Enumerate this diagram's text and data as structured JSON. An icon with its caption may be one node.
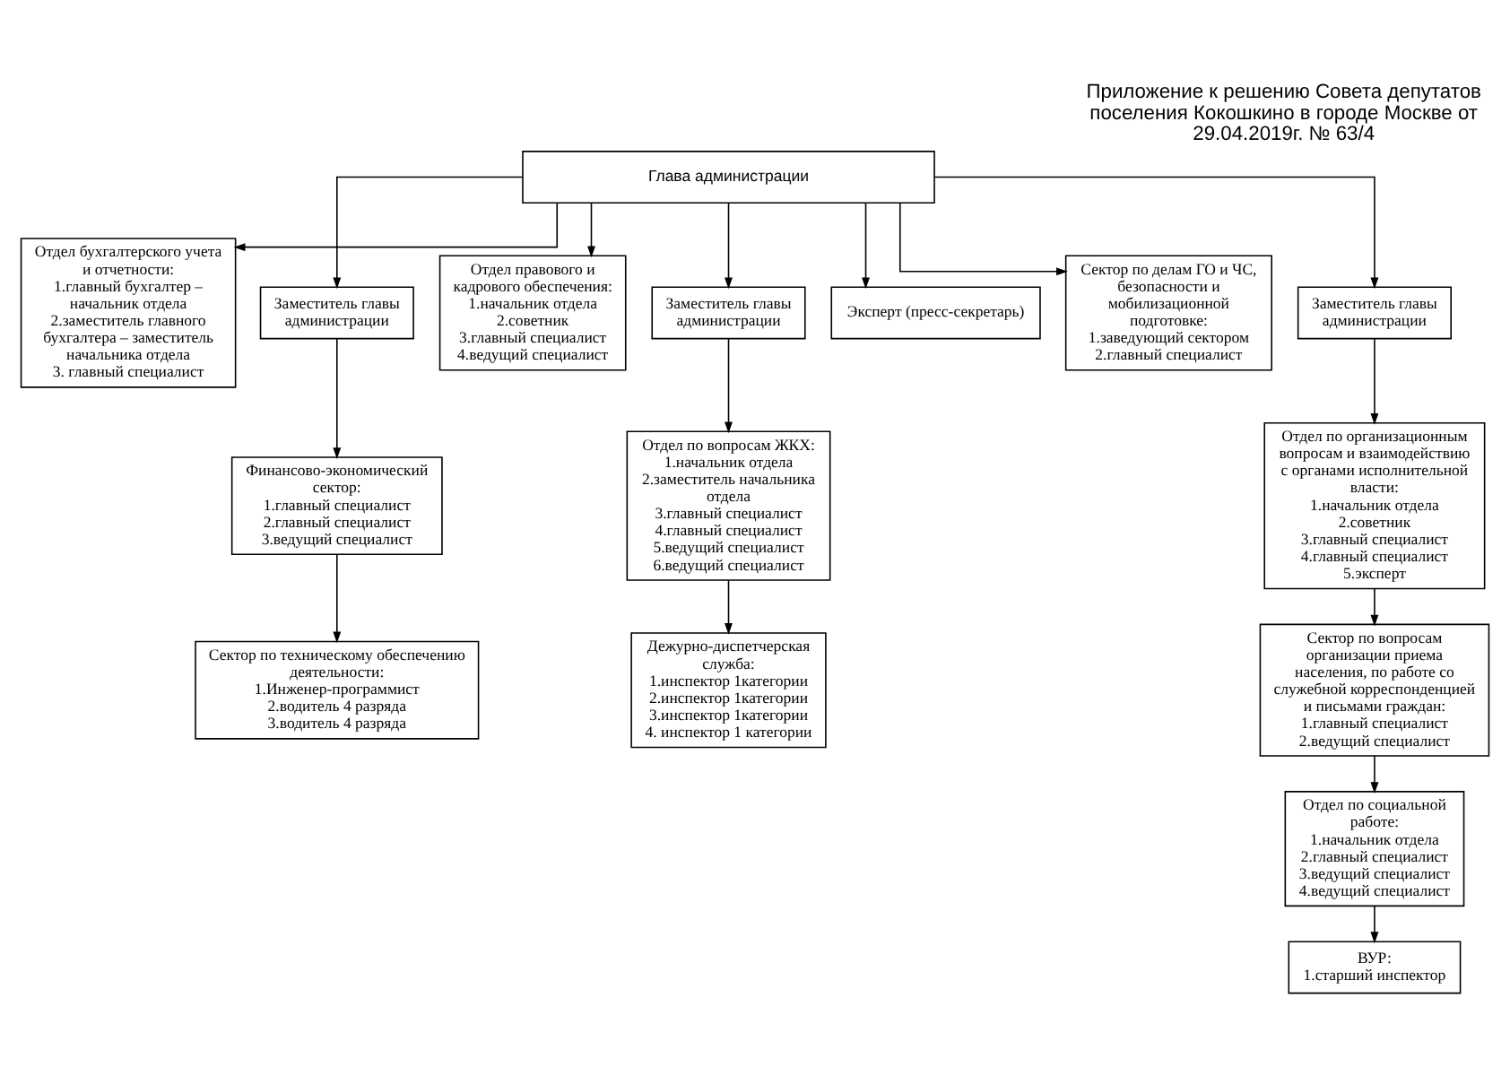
{
  "diagram": {
    "title": "Приложение к решению Совета депутатов поселения Кокошкино в городе Москве от 29.04.2019г. № 63/4",
    "nodes": [
      {
        "text": [
          "Глава администрации"
        ]
      },
      {
        "text": [
          "Отдел бухгалтерского учета и отчетности:",
          "1.главный бухгалтер – начальник отдела",
          "2.заместитель главного бухгалтера – заместитель начальника отдела",
          "3. главный специалист"
        ]
      },
      {
        "text": [
          "Заместитель главы администрации"
        ]
      },
      {
        "text": [
          "Финансово-экономический сектор:",
          "1.главный специалист",
          "2.главный специалист",
          "3.ведущий специалист"
        ]
      },
      {
        "text": [
          "Сектор по техническому обеспечению деятельности:",
          "1.Инженер-программист",
          "2.водитель 4 разряда",
          "3.водитель 4 разряда"
        ]
      },
      {
        "text": [
          "Отдел правового и кадрового обеспечения:",
          "1.начальник отдела",
          "2.советник",
          "3.главный специалист",
          "4.ведущий специалист"
        ]
      },
      {
        "text": [
          "Заместитель главы администрации"
        ]
      },
      {
        "text": [
          "Отдел по вопросам ЖКХ:",
          "1.начальник отдела",
          "2.заместитель начальника отдела",
          "3.главный специалист",
          "4.главный специалист",
          "5.ведущий специалист",
          "6.ведущий специалист"
        ]
      },
      {
        "text": [
          "Дежурно-диспетчерская служба:",
          "1.инспектор 1категории",
          "2.инспектор 1категории",
          "3.инспектор 1категории",
          "4. инспектор 1 категории"
        ]
      },
      {
        "text": [
          "Эксперт (пресс-секретарь)"
        ]
      },
      {
        "text": [
          "Сектор по делам ГО и ЧС, безопасности и мобилизационной подготовке:",
          "1.заведующий сектором",
          "2.главный специалист"
        ]
      },
      {
        "text": [
          "Заместитель главы администрации"
        ]
      },
      {
        "text": [
          "Отдел по организационным вопросам и взаимодействию с органами исполнительной власти:",
          "1.начальник отдела",
          "2.советник",
          "3.главный специалист",
          "4.главный специалист",
          "5.эксперт"
        ]
      },
      {
        "text": [
          "Сектор по вопросам организации приема населения, по работе со служебной корреспонденцией и письмами граждан:",
          "1.главный специалист",
          "2.ведущий специалист"
        ]
      },
      {
        "text": [
          "Отдел по социальной работе:",
          "1.начальник отдела",
          "2.главный специалист",
          "3.ведущий специалист",
          "4.ведущий специалист"
        ]
      },
      {
        "text": [
          "ВУР:",
          "1.старший инспектор"
        ]
      }
    ],
    "edges": [
      {
        "from": 0,
        "to": 1,
        "arrow": "to"
      },
      {
        "from": 0,
        "to": 2,
        "arrow": "to"
      },
      {
        "from": 0,
        "to": 5,
        "arrow": "to"
      },
      {
        "from": 0,
        "to": 6,
        "arrow": "to"
      },
      {
        "from": 0,
        "to": 9,
        "arrow": "to"
      },
      {
        "from": 0,
        "to": 10,
        "arrow": "to"
      },
      {
        "from": 0,
        "to": 11,
        "arrow": "to"
      },
      {
        "from": 2,
        "to": 3,
        "arrow": "to"
      },
      {
        "from": 3,
        "to": 4,
        "arrow": "to"
      },
      {
        "from": 6,
        "to": 7,
        "arrow": "to"
      },
      {
        "from": 7,
        "to": 8,
        "arrow": "to"
      },
      {
        "from": 11,
        "to": 12,
        "arrow": "to"
      },
      {
        "from": 12,
        "to": 13,
        "arrow": "to"
      },
      {
        "from": 13,
        "to": 14,
        "arrow": "to"
      },
      {
        "from": 14,
        "to": 15,
        "arrow": "to"
      }
    ]
  }
}
